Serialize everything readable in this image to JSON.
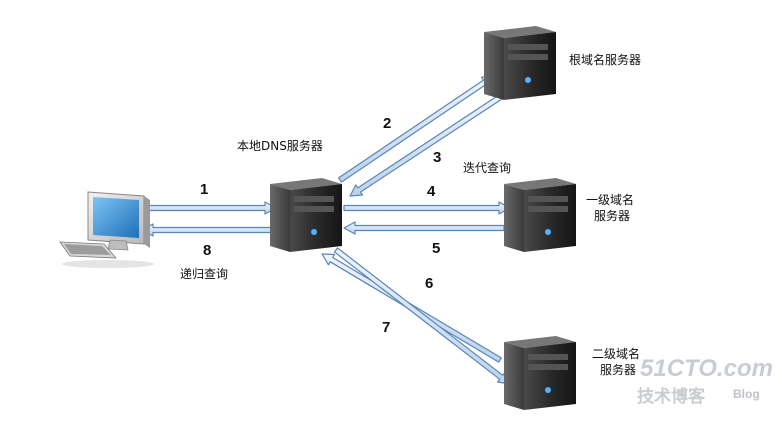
{
  "labels": {
    "local_dns": "本地DNS服务器",
    "root": "根域名服务器",
    "iterative": "迭代查询",
    "tld_line1": "一级域名",
    "tld_line2": "服务器",
    "second_line1": "二级域名",
    "second_line2": "服务器",
    "recursive": "递归查询"
  },
  "steps": [
    "1",
    "2",
    "3",
    "4",
    "5",
    "6",
    "7",
    "8"
  ],
  "watermark": {
    "brand": "51CTO.com",
    "tagline": "技术博客",
    "blog": "Blog"
  },
  "colors": {
    "arrow_fill": "#d9e8f7",
    "arrow_stroke": "#5b84b8",
    "server_body": "#2c2c2c",
    "screen": "#3b8fd8",
    "watermark": "#c9ccd1"
  },
  "icons": [
    "client-computer-icon",
    "local-dns-server-icon",
    "root-server-icon",
    "tld-server-icon",
    "second-level-server-icon"
  ]
}
